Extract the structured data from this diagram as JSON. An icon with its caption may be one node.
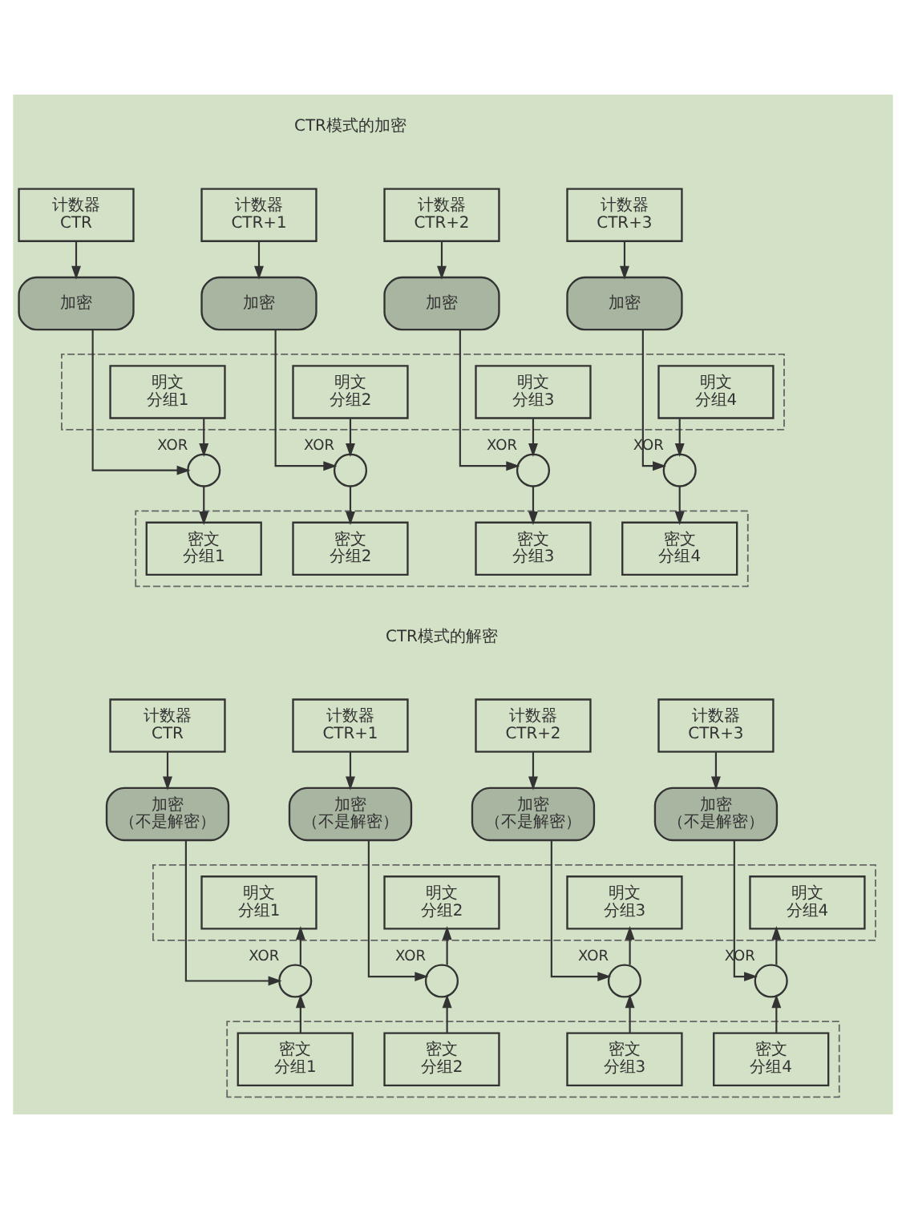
{
  "diagram": {
    "nodes": [
      {
        "text": [
          "计数器",
          "CTR"
        ]
      },
      {
        "text": [
          "计数器",
          "CTR+1"
        ]
      },
      {
        "text": [
          "计数器",
          "CTR+2"
        ]
      },
      {
        "text": [
          "计数器",
          "CTR+3"
        ]
      },
      {
        "text": [
          "加密"
        ]
      },
      {
        "text": [
          "加密"
        ]
      },
      {
        "text": [
          "加密"
        ]
      },
      {
        "text": [
          "加密"
        ]
      },
      {
        "text": [],
        "shape": "box"
      },
      {
        "text": [
          "明文",
          "分组1"
        ],
        "in": 8
      },
      {
        "text": [
          "明文",
          "分组2"
        ],
        "in": 8
      },
      {
        "text": [
          "明文",
          "分组3"
        ],
        "in": 8
      },
      {
        "text": [
          "明文",
          "分组4"
        ],
        "in": 8
      },
      {
        "text": [],
        "shape": "circle",
        "beside": [
          "XOR"
        ]
      },
      {
        "text": [],
        "shape": "circle",
        "beside": [
          "XOR"
        ]
      },
      {
        "text": [],
        "shape": "circle",
        "beside": [
          "XOR"
        ]
      },
      {
        "text": [],
        "shape": "circle",
        "beside": [
          "XOR"
        ]
      },
      {
        "text": [],
        "shape": "box"
      },
      {
        "text": [
          "密文",
          "分组1"
        ],
        "in": 17
      },
      {
        "text": [
          "密文",
          "分组2"
        ],
        "in": 17
      },
      {
        "text": [
          "密文",
          "分组3"
        ],
        "in": 17
      },
      {
        "text": [
          "密文",
          "分组4"
        ],
        "in": 17
      },
      {
        "text": [
          "计数器",
          "CTR"
        ]
      },
      {
        "text": [
          "计数器",
          "CTR+1"
        ]
      },
      {
        "text": [
          "计数器",
          "CTR+2"
        ]
      },
      {
        "text": [
          "计数器",
          "CTR+3"
        ]
      },
      {
        "text": [
          "加密",
          "（不是解密）"
        ]
      },
      {
        "text": [
          "加密",
          "（不是解密）"
        ]
      },
      {
        "text": [
          "加密",
          "（不是解密）"
        ]
      },
      {
        "text": [
          "加密",
          "（不是解密）"
        ]
      },
      {
        "text": [],
        "shape": "box"
      },
      {
        "text": [
          "明文",
          "分组1"
        ],
        "in": 30
      },
      {
        "text": [
          "明文",
          "分组2"
        ],
        "in": 30
      },
      {
        "text": [
          "明文",
          "分组3"
        ],
        "in": 30
      },
      {
        "text": [
          "明文",
          "分组4"
        ],
        "in": 30
      },
      {
        "text": [],
        "shape": "circle",
        "beside": [
          "XOR"
        ]
      },
      {
        "text": [],
        "shape": "circle",
        "beside": [
          "XOR"
        ]
      },
      {
        "text": [],
        "shape": "circle",
        "beside": [
          "XOR"
        ]
      },
      {
        "text": [],
        "shape": "circle",
        "beside": [
          "XOR"
        ]
      },
      {
        "text": [],
        "shape": "box"
      },
      {
        "text": [
          "密文",
          "分组1"
        ],
        "in": 39
      },
      {
        "text": [
          "密文",
          "分组2"
        ],
        "in": 39
      },
      {
        "text": [
          "密文",
          "分组3"
        ],
        "in": 39
      },
      {
        "text": [
          "密文",
          "分组4"
        ],
        "in": 39
      }
    ],
    "edges": [
      {
        "from": 0,
        "to": 4,
        "arrow": "to"
      },
      {
        "from": 1,
        "to": 5,
        "arrow": "to"
      },
      {
        "from": 2,
        "to": 6,
        "arrow": "to"
      },
      {
        "from": 3,
        "to": 7,
        "arrow": "to"
      },
      {
        "from": 4,
        "to": 13,
        "arrow": "to"
      },
      {
        "from": 5,
        "to": 14,
        "arrow": "to"
      },
      {
        "from": 6,
        "to": 15,
        "arrow": "to"
      },
      {
        "from": 7,
        "to": 16,
        "arrow": "to"
      },
      {
        "from": 9,
        "to": 13,
        "arrow": "to"
      },
      {
        "from": 10,
        "to": 14,
        "arrow": "to"
      },
      {
        "from": 11,
        "to": 15,
        "arrow": "to"
      },
      {
        "from": 12,
        "to": 16,
        "arrow": "to"
      },
      {
        "from": 13,
        "to": 18,
        "arrow": "to"
      },
      {
        "from": 14,
        "to": 19,
        "arrow": "to"
      },
      {
        "from": 15,
        "to": 20,
        "arrow": "to"
      },
      {
        "from": 16,
        "to": 21,
        "arrow": "to"
      },
      {
        "from": 22,
        "to": 26,
        "arrow": "to"
      },
      {
        "from": 23,
        "to": 27,
        "arrow": "to"
      },
      {
        "from": 24,
        "to": 28,
        "arrow": "to"
      },
      {
        "from": 25,
        "to": 29,
        "arrow": "to"
      },
      {
        "from": 26,
        "to": 35,
        "arrow": "to"
      },
      {
        "from": 27,
        "to": 36,
        "arrow": "to"
      },
      {
        "from": 28,
        "to": 37,
        "arrow": "to"
      },
      {
        "from": 29,
        "to": 38,
        "arrow": "to"
      },
      {
        "from": 40,
        "to": 35,
        "arrow": "to"
      },
      {
        "from": 41,
        "to": 36,
        "arrow": "to"
      },
      {
        "from": 42,
        "to": 37,
        "arrow": "to"
      },
      {
        "from": 43,
        "to": 38,
        "arrow": "to"
      },
      {
        "from": 35,
        "to": 31,
        "arrow": "to"
      },
      {
        "from": 36,
        "to": 32,
        "arrow": "to"
      },
      {
        "from": 37,
        "to": 33,
        "arrow": "to"
      },
      {
        "from": 38,
        "to": 34,
        "arrow": "to"
      }
    ],
    "labels": [
      "CTR模式的加密",
      "CTR模式的解密"
    ]
  }
}
